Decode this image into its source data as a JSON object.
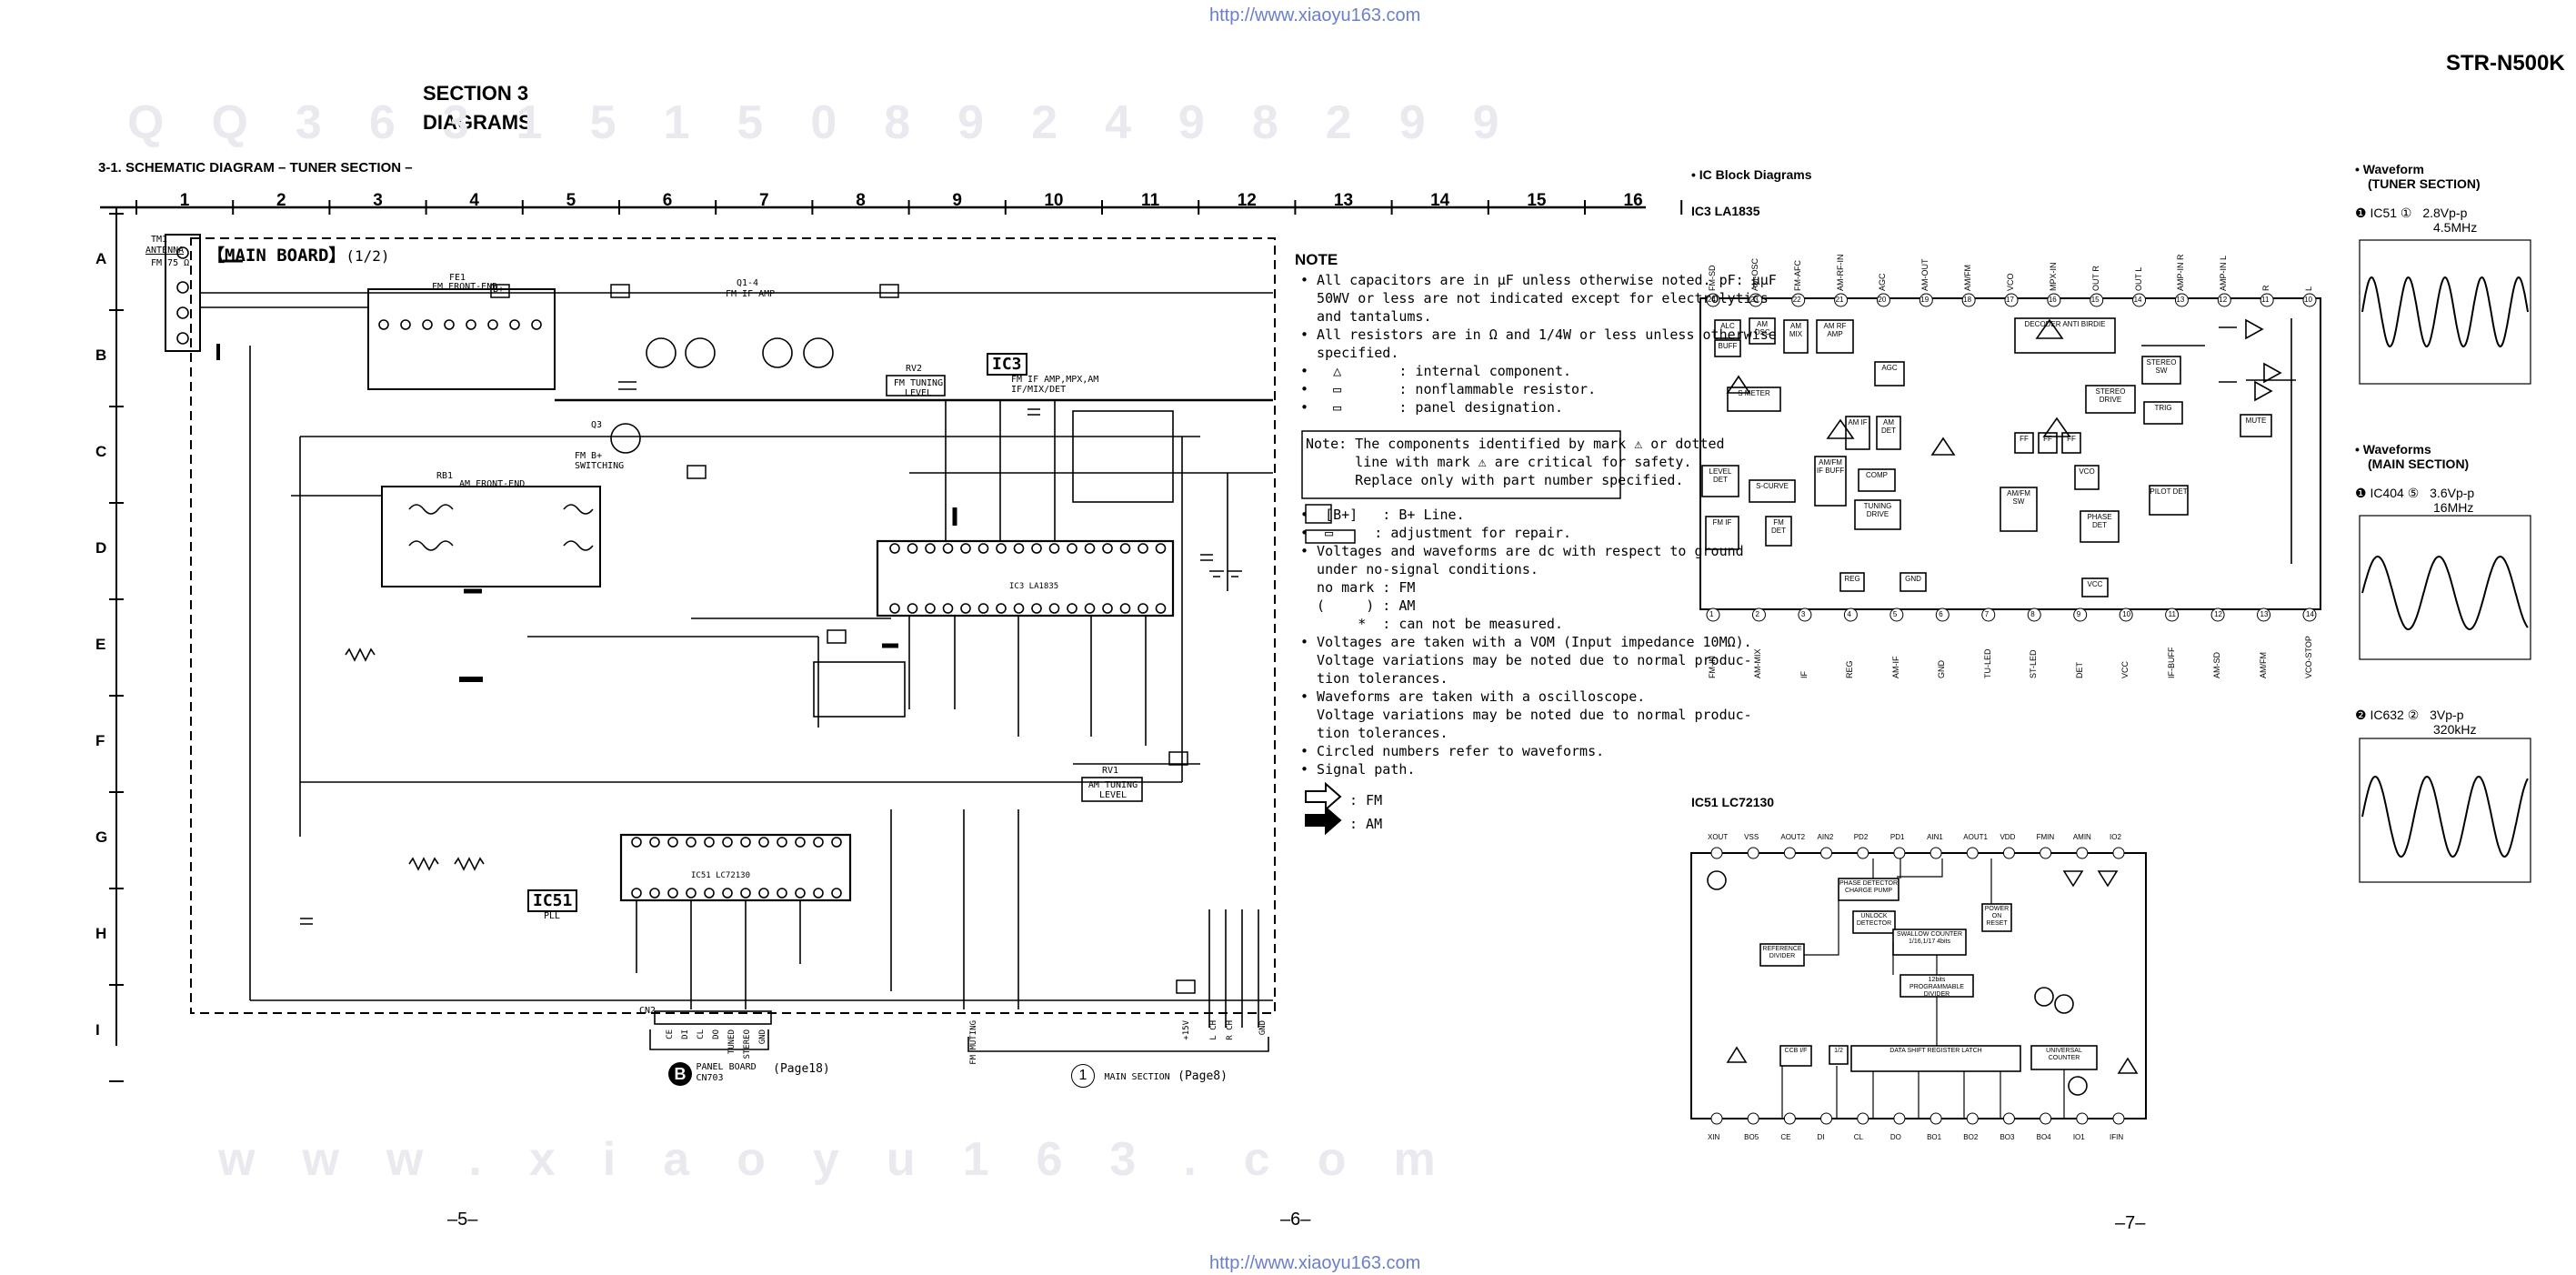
{
  "top_url": "http://www.xiaoyu163.com",
  "bottom_url": "http://www.xiaoyu163.com",
  "model": "STR-N500K",
  "section_title": "SECTION 3",
  "section_subtitle": "DIAGRAMS",
  "schematic_caption": "3-1.  SCHEMATIC DIAGRAM  – TUNER SECTION –",
  "columns": [
    "1",
    "2",
    "3",
    "4",
    "5",
    "6",
    "7",
    "8",
    "9",
    "10",
    "11",
    "12",
    "13",
    "14",
    "15",
    "16"
  ],
  "rows": [
    "A",
    "B",
    "C",
    "D",
    "E",
    "F",
    "G",
    "H",
    "I"
  ],
  "board_label": "【MAIN BOARD】",
  "board_page": "(1/2)",
  "ic_labels": {
    "ic3": "IC3",
    "ic51": "IC51",
    "ic51_sub": "PLL"
  },
  "components": {
    "fe1": "FE1",
    "fe1_name": "FM FRONT-END",
    "rb1": "RB1",
    "rb1_name": "AM FRONT-END",
    "q1": "Q1-4",
    "q1_name": "FM IF AMP",
    "q3": "Q3",
    "q3_name": "FM B+ SWITCHING",
    "rv2": "RV2",
    "rv2_name": "FM TUNING LEVEL",
    "rv1": "RV1",
    "rv1_name": "AM TUNING LEVEL",
    "ic3_name": "FM IF AMP,MPX,AM IF/MIX/DET",
    "ic3_part": "IC3 LA1835",
    "ic51_part": "IC51 LC72130",
    "tm1": "TM1",
    "antenna": "ANTENNA",
    "fm75": "FM 75 Ω",
    "bplus": "B+",
    "cn2": "CN2"
  },
  "connectors": {
    "panel_ref": "B",
    "panel_name": "PANEL BOARD",
    "panel_cn": "CN703",
    "panel_page": "(Page18)",
    "main_ref": "1",
    "main_name": "MAIN SECTION",
    "main_page": "(Page8)",
    "panel_pins": [
      "CE",
      "DI",
      "CL",
      "DO",
      "TUNED",
      "STEREO",
      "GND"
    ],
    "main_pins": [
      "FM MUTING",
      "+15V",
      "L CH",
      "R CH",
      "GND"
    ]
  },
  "notes": {
    "title": "NOTE",
    "items": [
      "• All capacitors are in μF unless otherwise noted. pF: μμF",
      "  50WV or less are not indicated except for electrolytics",
      "  and tantalums.",
      "• All resistors are in Ω and 1/4W or less unless otherwise",
      "  specified.",
      "•   △       : internal component.",
      "•   ▭       : nonflammable resistor.",
      "•   ▭       : panel designation."
    ],
    "safety": [
      "Note: The components identified by mark ⚠ or dotted",
      "      line with mark ⚠ are critical for safety.",
      "      Replace only with part number specified."
    ],
    "items2": [
      "•  [B+]   : B+ Line.",
      "•  ▭     : adjustment for repair.",
      "• Voltages and waveforms are dc with respect to ground",
      "  under no-signal conditions.",
      "  no mark : FM",
      "  (     ) : AM",
      "       *  : can not be measured.",
      "• Voltages are taken with a VOM (Input impedance 10MΩ).",
      "  Voltage variations may be noted due to normal produc-",
      "  tion tolerances.",
      "• Waveforms are taken with a oscilloscope.",
      "  Voltage variations may be noted due to normal produc-",
      "  tion tolerances.",
      "• Circled numbers refer to waveforms.",
      "• Signal path."
    ],
    "fm_path": ": FM",
    "am_path": ": AM"
  },
  "ic_block": {
    "title": "• IC Block Diagrams",
    "ic3_title": "IC3   LA1835",
    "ic3_top_pins": [
      "FM-SD",
      "AM-OSC",
      "FM-AFC",
      "AM-RF-IN",
      "AGC",
      "AM-OUT",
      "AM/FM",
      "VCO",
      "MPX-IN",
      "OUT R",
      "OUT L",
      "AMP-IN R",
      "AMP-IN L",
      "R",
      "L"
    ],
    "ic3_top_nums": [
      "24",
      "23",
      "22",
      "21",
      "20",
      "19",
      "18",
      "17",
      "16",
      "15",
      "14",
      "13",
      "12",
      "11",
      "10"
    ],
    "ic3_bottom_pins": [
      "FM-IN",
      "AM-MIX",
      "IF",
      "REG",
      "AM-IF",
      "GND",
      "TU-LED",
      "ST-LED",
      "DET",
      "VCC",
      "IF-BUFF",
      "AM-SD",
      "AM/FM",
      "VCO-STOP"
    ],
    "ic3_bottom_nums": [
      "1",
      "2",
      "3",
      "4",
      "5",
      "6",
      "7",
      "8",
      "9",
      "10",
      "11",
      "12",
      "13",
      "14"
    ],
    "ic3_blocks": [
      "ALC",
      "AM OSC",
      "BUFF",
      "AM MIX",
      "AM RF AMP",
      "AGC",
      "S METER",
      "AM IF",
      "AM DET",
      "DECODER ANTI BIRDIE",
      "STEREO SW",
      "STEREO DRIVE",
      "TRIG",
      "LEVEL DET",
      "S-CURVE",
      "AM/FM IF BUFF",
      "COMP",
      "TUNING DRIVE",
      "FF",
      "FF",
      "FF",
      "VCO",
      "PILOT DET",
      "AM/FM SW",
      "PHASE DET",
      "MUTE",
      "FM IF",
      "FM DET",
      "REG",
      "GND",
      "VCC"
    ],
    "ic51_title": "IC51   LC72130",
    "ic51_top_pins": [
      "XOUT",
      "VSS",
      "AOUT2",
      "AIN2",
      "PD2",
      "PD1",
      "AIN1",
      "AOUT1",
      "VDD",
      "FMIN",
      "AMIN",
      "IO2"
    ],
    "ic51_bottom_pins": [
      "XIN",
      "BO5",
      "CE",
      "DI",
      "CL",
      "DO",
      "BO1",
      "BO2",
      "BO3",
      "BO4",
      "IO1",
      "IFIN"
    ],
    "ic51_blocks": [
      "PHASE DETECTOR CHARGE PUMP",
      "UNLOCK DETECTOR",
      "REFERENCE DIVIDER",
      "SWALLOW COUNTER 1/16,1/17 4bits",
      "POWER ON RESET",
      "12bits PROGRAMMABLE DIVIDER",
      "DATA SHIFT REGISTER LATCH",
      "UNIVERSAL COUNTER",
      "CCB I/F",
      "1/2"
    ]
  },
  "waveforms": {
    "title": "• Waveform",
    "subtitle": "(TUNER SECTION)",
    "w1_label": "❶ IC51 ①",
    "w1_vpp": "2.8Vp-p",
    "w1_freq": "4.5MHz",
    "title2": "• Waveforms",
    "subtitle2": "(MAIN SECTION)",
    "w2_label": "❶ IC404 ⑤",
    "w2_vpp": "3.6Vp-p",
    "w2_freq": "16MHz",
    "w3_label": "❷ IC632 ②",
    "w3_vpp": "3Vp-p",
    "w3_freq": "320kHz"
  },
  "page_numbers": [
    "–5–",
    "–6–",
    "–7–"
  ],
  "watermark_top": [
    "Q",
    "Q",
    "3",
    "6",
    "3",
    "1",
    "5",
    "1",
    "5",
    "0",
    "8",
    "9",
    "2",
    "4",
    "9",
    "8",
    "2",
    "9",
    "9"
  ],
  "watermark_bottom": [
    "w",
    "w",
    "w",
    ".",
    "x",
    "i",
    "a",
    "o",
    "y",
    "u",
    "1",
    "6",
    "3",
    ".",
    "c",
    "o",
    "m"
  ]
}
